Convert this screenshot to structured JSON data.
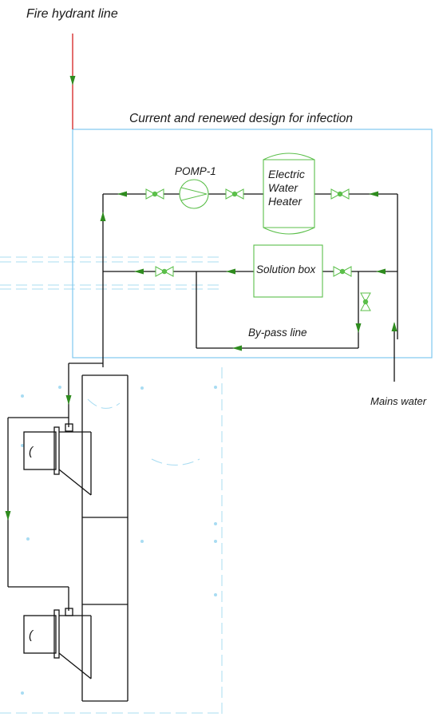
{
  "labels": {
    "fire_hydrant": "Fire hydrant line",
    "design_title": "Current and renewed design for infection",
    "pump": "POMP-1",
    "heater_line1": "Electric",
    "heater_line2": "Water",
    "heater_line3": "Heater",
    "solution_box": "Solution box",
    "bypass": "By-pass line",
    "mains_water": "Mains water",
    "bracket": "("
  },
  "colors": {
    "pipe": "#111111",
    "fire_line": "#d42020",
    "boundary": "#7ec8f0",
    "equipment": "#5bbf4a",
    "arrow": "#2e8b1e",
    "background_lines": "#a8dcf2"
  },
  "icons": {
    "valve": "bowtie-valve-icon",
    "flow_arrow": "flow-arrow-icon",
    "pump": "pump-icon"
  }
}
